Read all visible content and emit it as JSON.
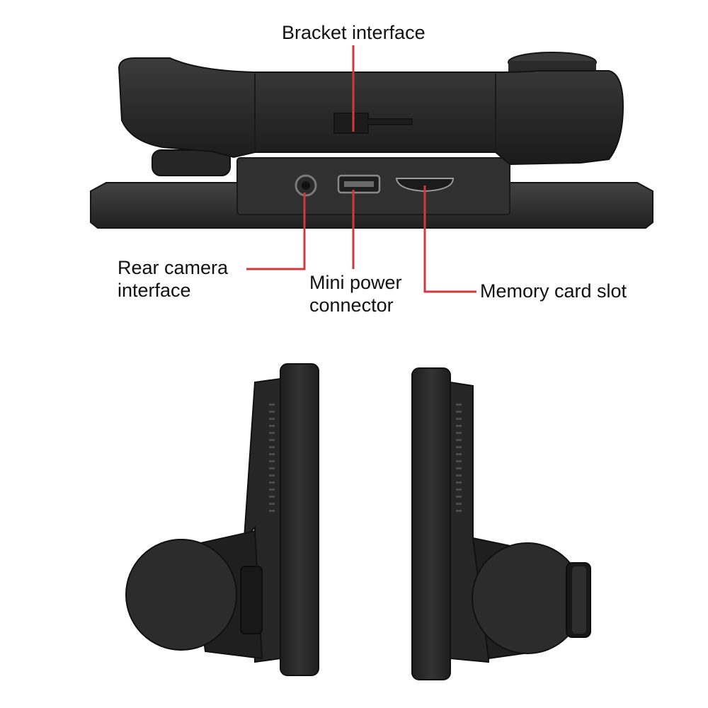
{
  "labels": {
    "bracket_interface": "Bracket interface",
    "rear_camera_line1": "Rear camera",
    "rear_camera_line2": "interface",
    "mini_power_line1": "Mini power",
    "mini_power_line2": "connector",
    "memory_card_slot": "Memory card slot"
  },
  "colors": {
    "callout_line": "#d0383f",
    "device_body": "#2b2b2b",
    "device_dark": "#1c1c1c",
    "device_highlight": "#4a4a4a",
    "text": "#111111"
  }
}
